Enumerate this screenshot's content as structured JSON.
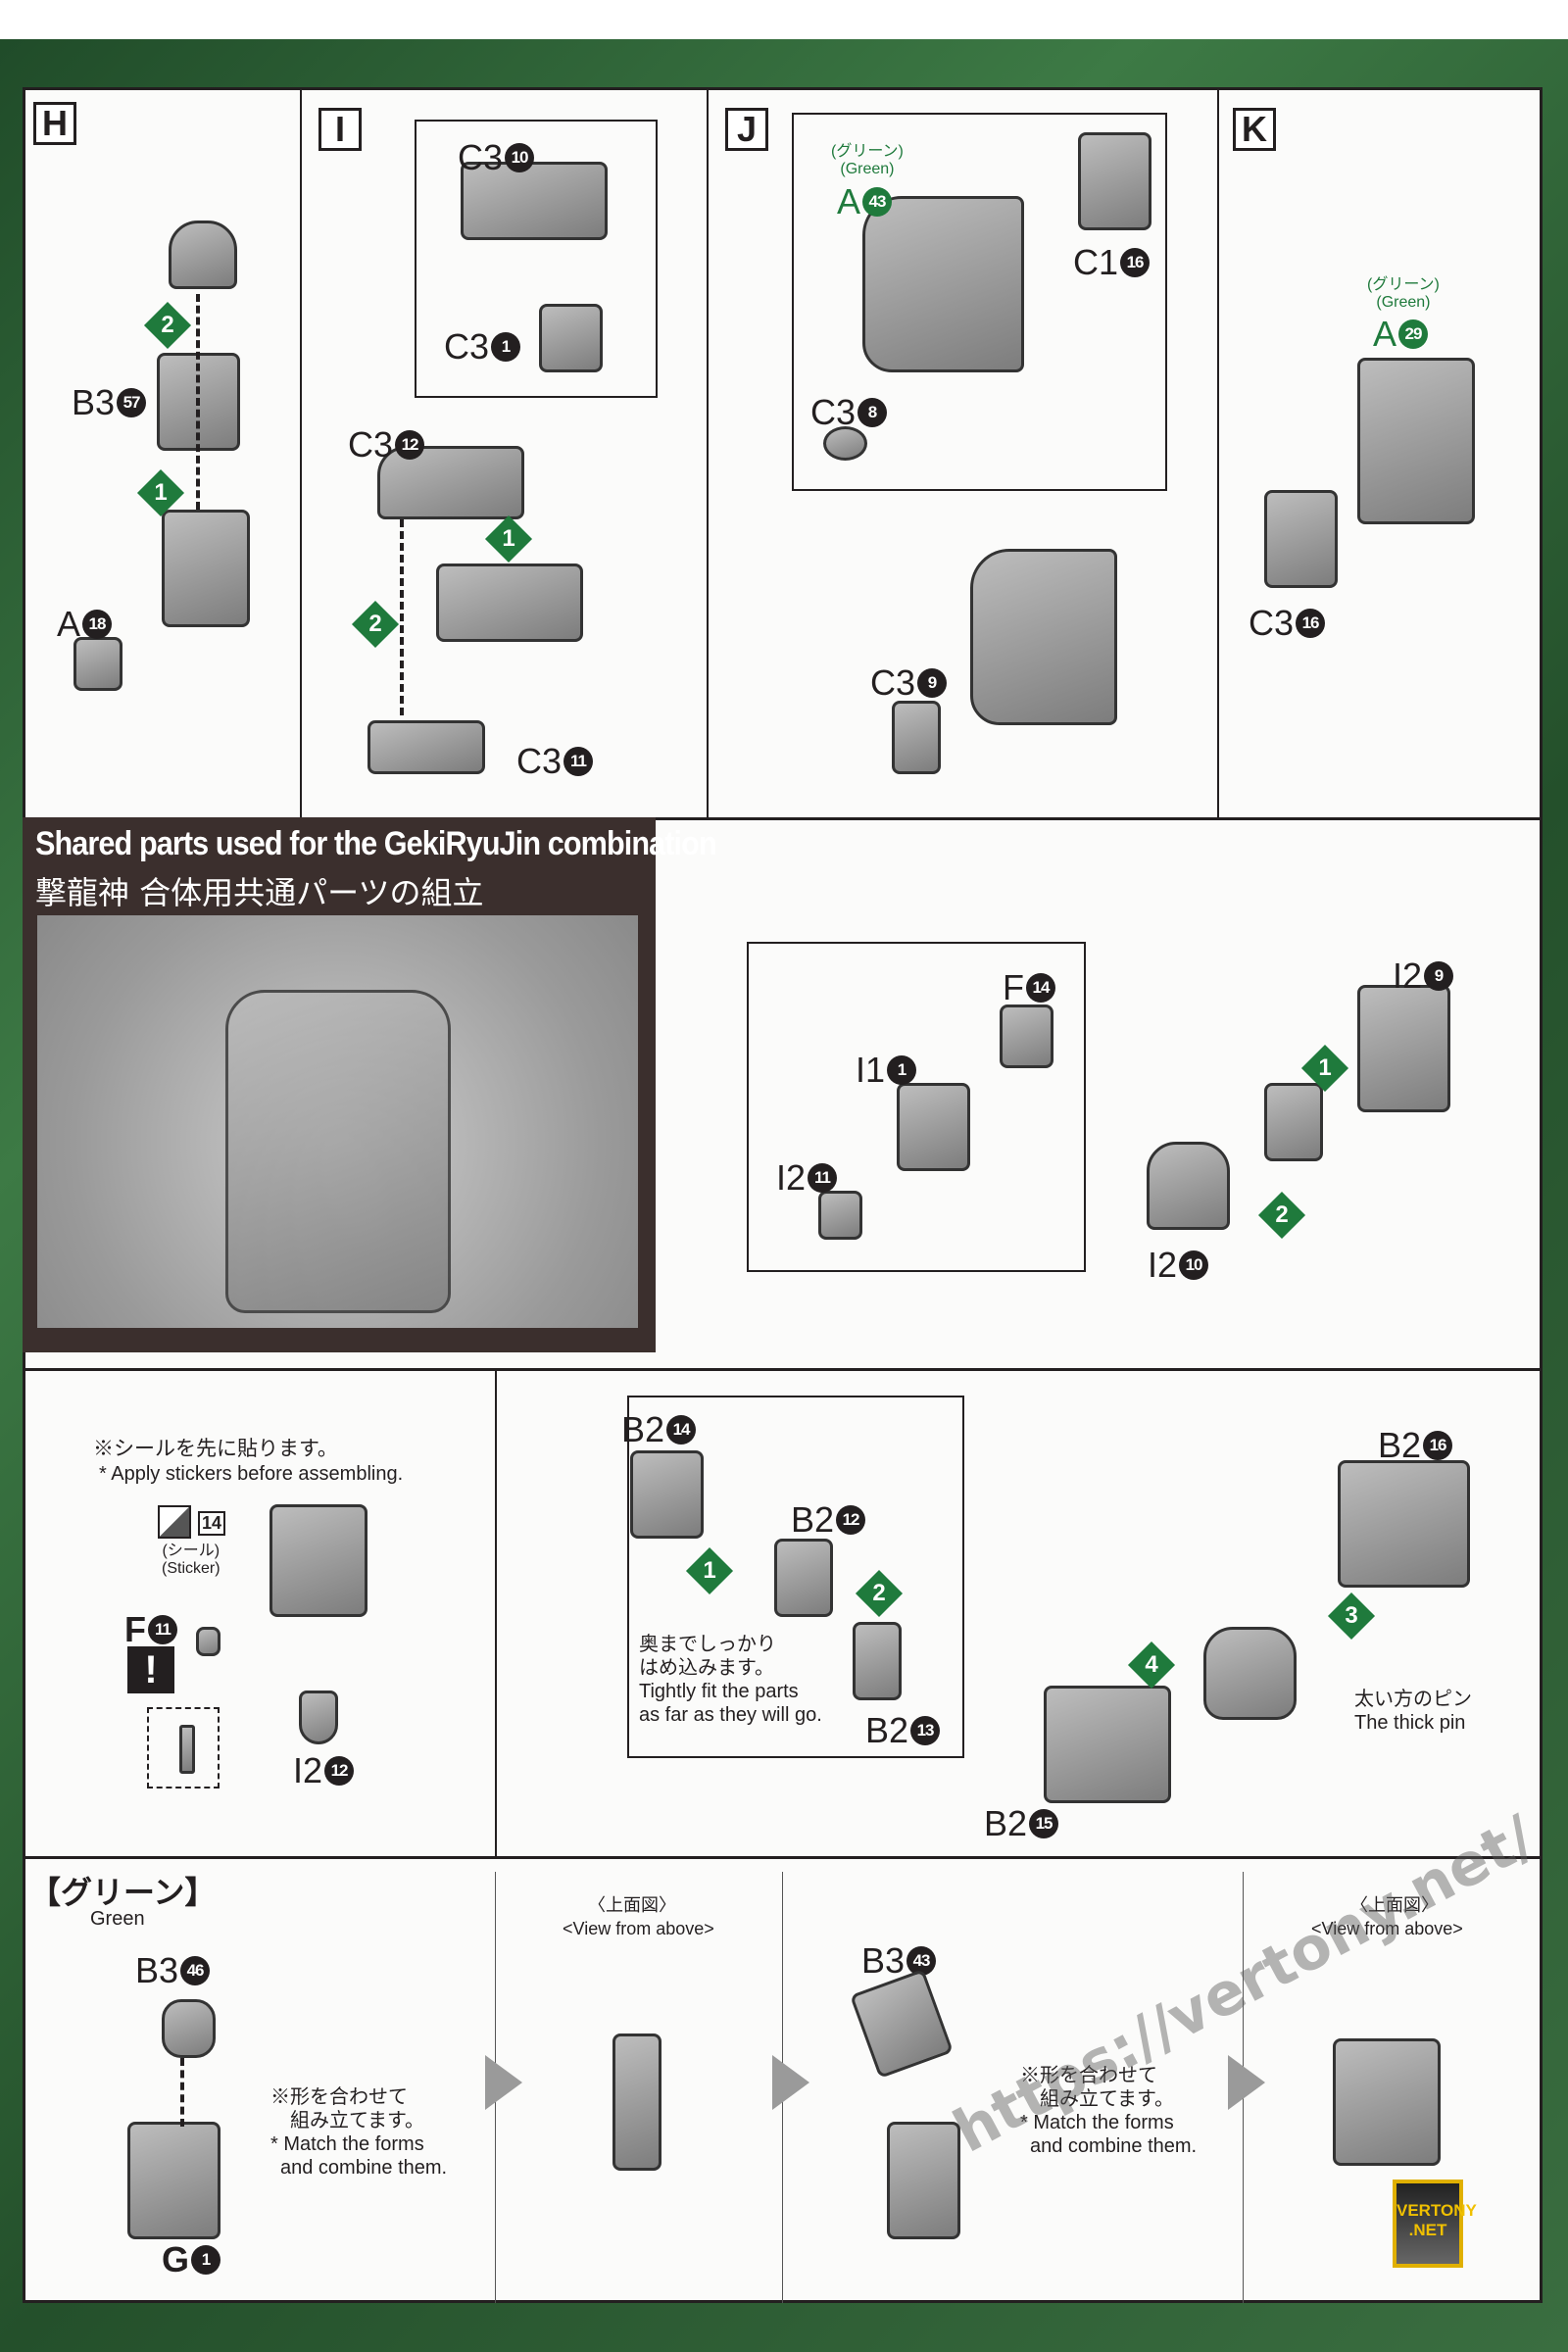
{
  "panels": {
    "H": {
      "letter": "H",
      "labels": [
        {
          "part": "B3",
          "num": "57"
        },
        {
          "part": "A",
          "num": "18"
        }
      ],
      "steps": [
        "2",
        "1"
      ]
    },
    "I": {
      "letter": "I",
      "labels": [
        {
          "part": "C3",
          "num": "10"
        },
        {
          "part": "C3",
          "num": "1"
        },
        {
          "part": "C3",
          "num": "12"
        },
        {
          "part": "C3",
          "num": "11"
        }
      ],
      "steps": [
        "1",
        "2"
      ]
    },
    "J": {
      "letter": "J",
      "color_jp": "(グリーン)",
      "color_en": "(Green)",
      "labels": [
        {
          "part": "A",
          "num": "43"
        },
        {
          "part": "C1",
          "num": "16"
        },
        {
          "part": "C3",
          "num": "8"
        },
        {
          "part": "C3",
          "num": "9"
        }
      ]
    },
    "K": {
      "letter": "K",
      "color_jp": "(グリーン)",
      "color_en": "(Green)",
      "labels": [
        {
          "part": "A",
          "num": "29"
        },
        {
          "part": "C3",
          "num": "16"
        }
      ]
    }
  },
  "section": {
    "title_en": "Shared parts used for the GekiRyuJin combination",
    "title_jp": "撃龍神 合体用共通パーツの組立",
    "labels": [
      {
        "part": "F",
        "num": "14"
      },
      {
        "part": "I1",
        "num": "1"
      },
      {
        "part": "I2",
        "num": "11"
      },
      {
        "part": "I2",
        "num": "9"
      },
      {
        "part": "I2",
        "num": "10"
      }
    ],
    "steps": [
      "1",
      "2"
    ]
  },
  "sticker_step": {
    "note_jp": "※シールを先に貼ります。",
    "note_en": "* Apply stickers before assembling.",
    "sticker_no": "14",
    "sticker_jp": "(シール)",
    "sticker_en": "(Sticker)",
    "warning": "!",
    "labels": [
      {
        "part": "F",
        "num": "11"
      },
      {
        "part": "I2",
        "num": "12"
      }
    ]
  },
  "leg_step": {
    "labels": [
      {
        "part": "B2",
        "num": "14"
      },
      {
        "part": "B2",
        "num": "12"
      },
      {
        "part": "B2",
        "num": "13"
      },
      {
        "part": "B2",
        "num": "16"
      },
      {
        "part": "B2",
        "num": "15"
      }
    ],
    "steps": [
      "1",
      "2",
      "3",
      "4"
    ],
    "fit_jp1": "奥までしっかり",
    "fit_jp2": "はめ込みます。",
    "fit_en1": "Tightly fit the parts",
    "fit_en2": "as far as they will go.",
    "pin_jp": "太い方のピン",
    "pin_en": "The thick pin"
  },
  "green_step": {
    "header_jp": "【グリーン】",
    "header_en": "Green",
    "labels": [
      {
        "part": "B3",
        "num": "46"
      },
      {
        "part": "G",
        "num": "1"
      },
      {
        "part": "B3",
        "num": "43"
      }
    ],
    "match_jp1": "※形を合わせて",
    "match_jp2": "組み立てます。",
    "match_en1": "* Match the forms",
    "match_en2": "and combine them.",
    "view_jp": "〈上面図〉",
    "view_en": "<View from above>"
  },
  "watermark": {
    "url": "https://vertony.net/",
    "logo": "VERTONY .NET"
  },
  "colors": {
    "step_green": "#1f7a3c",
    "ink": "#231f20",
    "title_bg": "#3b2f2d"
  }
}
